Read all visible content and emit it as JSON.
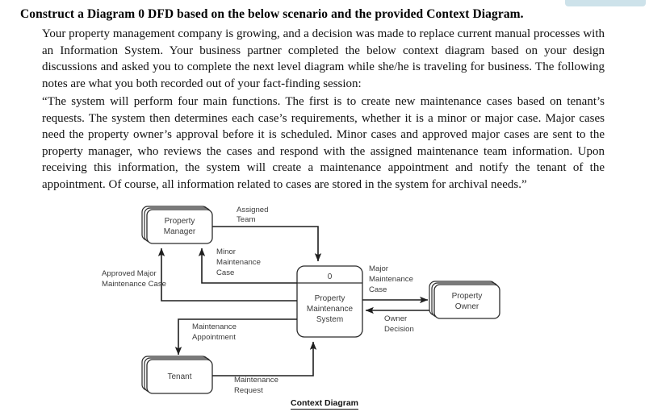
{
  "page": {
    "heading": "Construct a Diagram 0 DFD based on the below scenario and the provided Context Diagram.",
    "paragraphs": {
      "scenario": "Your property management company is growing, and a decision was made to replace current manual processes with an Information System. Your business partner completed the below context diagram based on your design discussions and asked you to complete the next level diagram while she/he is traveling for business. The following notes are what you both recorded out of your fact-finding session:",
      "notes": "“The system will perform four main functions. The first is to create new maintenance cases based on tenant’s requests. The system then determines each case’s requirements, whether it is a minor or major case. Major cases need the property owner’s approval before it is scheduled. Minor cases and approved major cases are sent to the property manager, who reviews the cases and respond with the assigned maintenance team information. Upon receiving this information, the system will create a maintenance appointment and notify the tenant of the appointment. Of course, all information related to cases are stored in the system for archival needs.”"
    },
    "accent_color": "#cde2ea"
  },
  "diagram": {
    "caption": "Context Diagram",
    "type": "data-flow-diagram",
    "stroke_color": "#1f1f1f",
    "text_color": "#3b3b3b",
    "entities": [
      {
        "id": "property-manager",
        "label_line1": "Property",
        "label_line2": "Manager"
      },
      {
        "id": "tenant",
        "label_line1": "Tenant",
        "label_line2": ""
      },
      {
        "id": "property-owner",
        "label_line1": "Property",
        "label_line2": "Owner"
      }
    ],
    "process": {
      "id": "property-maintenance-system",
      "number": "0",
      "label_line1": "Property",
      "label_line2": "Maintenance",
      "label_line3": "System"
    },
    "flows": [
      {
        "id": "assigned-team",
        "line1": "Assigned",
        "line2": "Team",
        "line3": "",
        "from": "property-manager",
        "to": "property-maintenance-system"
      },
      {
        "id": "minor-maintenance-case",
        "line1": "Minor",
        "line2": "Maintenance",
        "line3": "Case",
        "from": "property-maintenance-system",
        "to": "property-manager"
      },
      {
        "id": "approved-major-maintenance-case",
        "line1": "Approved Major",
        "line2": "Maintenance Case",
        "line3": "",
        "from": "property-maintenance-system",
        "to": "property-manager"
      },
      {
        "id": "maintenance-appointment",
        "line1": "Maintenance",
        "line2": "Appointment",
        "line3": "",
        "from": "property-maintenance-system",
        "to": "tenant"
      },
      {
        "id": "maintenance-request",
        "line1": "Maintenance",
        "line2": "Request",
        "line3": "",
        "from": "tenant",
        "to": "property-maintenance-system"
      },
      {
        "id": "major-maintenance-case",
        "line1": "Major",
        "line2": "Maintenance",
        "line3": "Case",
        "from": "property-maintenance-system",
        "to": "property-owner"
      },
      {
        "id": "owner-decision",
        "line1": "Owner",
        "line2": "Decision",
        "line3": "",
        "from": "property-owner",
        "to": "property-maintenance-system"
      }
    ]
  }
}
